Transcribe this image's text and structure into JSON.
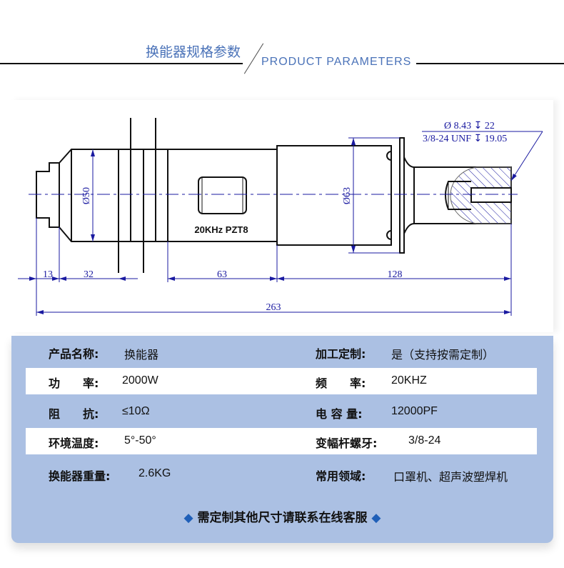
{
  "header": {
    "title_cn": "换能器规格参数",
    "title_en": "PRODUCT PARAMETERS"
  },
  "drawing": {
    "model_label": "20KHz PZT8",
    "dia_body": "Ø50",
    "dia_horn": "Ø63",
    "thread_note_1": "Ø 8.43 ↧ 22",
    "thread_note_2": "3/8-24 UNF  ↧ 19.05",
    "dims": {
      "d13": "13",
      "d32": "32",
      "d63": "63",
      "d128": "128",
      "d263": "263"
    },
    "line_color": "#1a1aa0"
  },
  "specs": {
    "rows": [
      {
        "l_label": "产品名称:",
        "l_value": "换能器",
        "r_label": "加工定制:",
        "r_value": "是（支持按需定制）"
      },
      {
        "l_label": "功　　率:",
        "l_value": "2000W",
        "r_label": "频　　率:",
        "r_value": "20KHZ"
      },
      {
        "l_label": "阻　　抗:",
        "l_value": "≤10Ω",
        "r_label": "电 容 量:",
        "r_value": "12000PF"
      },
      {
        "l_label": "环境温度:",
        "l_value": "5°-50°",
        "r_label": "变幅杆螺牙:",
        "r_value": "3/8-24"
      },
      {
        "l_label": "换能器重量:",
        "l_value": "2.6KG",
        "r_label": "常用领域:",
        "r_value": "口罩机、超声波塑焊机"
      }
    ],
    "footer": "需定制其他尺寸请联系在线客服",
    "diamond": "◆",
    "bg_color": "#abc0e3"
  }
}
